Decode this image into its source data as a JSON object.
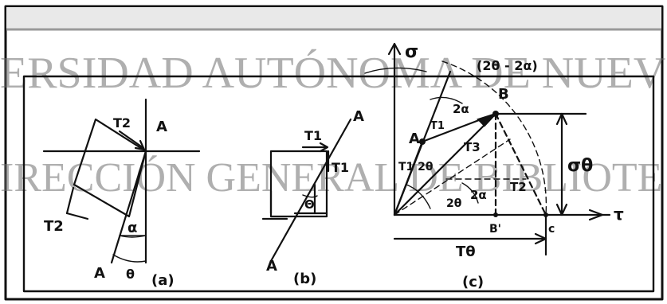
{
  "watermark": {
    "line1": "ERSIDAD AUTÓNOMA DE NUEV",
    "line2": "IRECCIÓN GENERAL DE BIBLIOTE"
  },
  "panel_a": {
    "label_A_top": "A",
    "label_T2_top": "T2",
    "label_T2_left": "T2",
    "label_alpha": "α",
    "label_A_bottom": "A",
    "label_theta": "θ",
    "caption": "(a)"
  },
  "panel_b": {
    "label_A_top": "A",
    "label_T1_top": "T1",
    "label_T1_right": "T1",
    "label_theta": "Θ",
    "label_A_bottom": "A",
    "caption": "(b)"
  },
  "panel_c": {
    "label_sigma_axis": "σ",
    "label_angle_expr": "(2θ - 2α)",
    "label_B": "B",
    "label_A": "A",
    "label_2alpha_top": "2α",
    "label_T1_arc": "T1",
    "label_2theta_left": "T1 2θ",
    "label_T3": "T3",
    "label_2alpha_mid": "2α",
    "label_2theta_inner": "2θ",
    "label_T2": "T2",
    "label_sigma_theta": "σθ",
    "label_tau_axis": "τ",
    "label_B_prime": "B'",
    "label_C": "c",
    "label_T_theta": "Tθ",
    "caption": "(c)"
  }
}
